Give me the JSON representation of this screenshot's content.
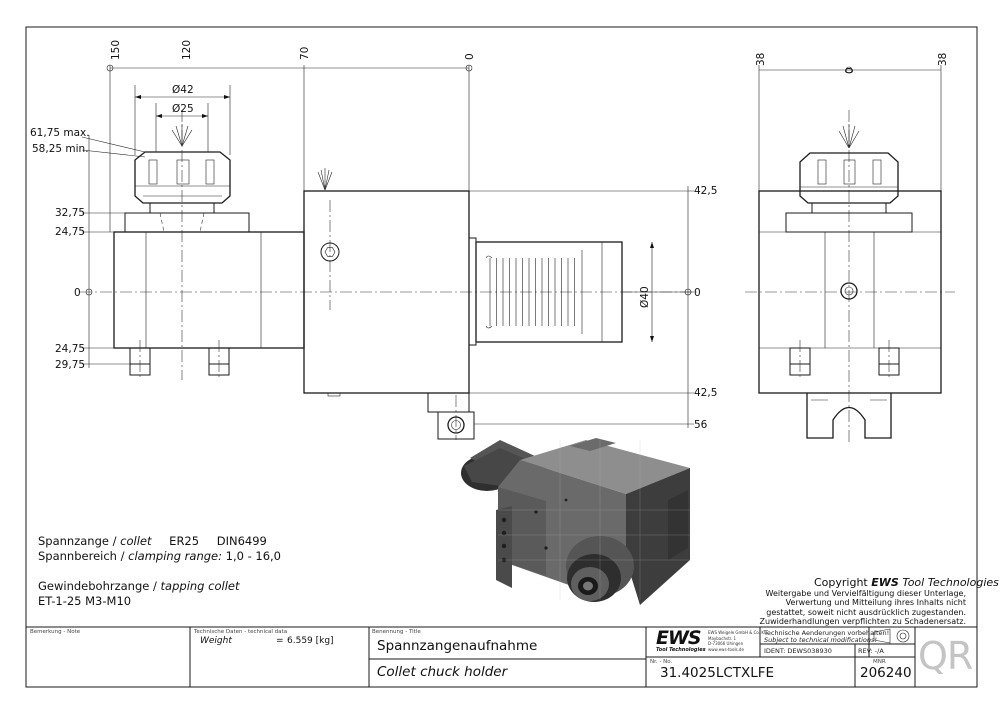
{
  "dimensions": {
    "front_top": [
      "150",
      "120",
      "70",
      "0"
    ],
    "front_diameters": [
      "Ø42",
      "Ø25"
    ],
    "front_left": [
      "61,75 max.",
      "58,25 min.",
      "32,75",
      "24,75",
      "0",
      "24,75",
      "29,75"
    ],
    "front_right": [
      "42,5",
      "0",
      "42,5",
      "56"
    ],
    "shank_diameter": "Ø40",
    "side_top": [
      "38",
      "0",
      "38"
    ]
  },
  "specs": {
    "collet_line": {
      "de": "Spannzange /",
      "en": "collet",
      "type": "ER25",
      "norm": "DIN6499"
    },
    "range_line": {
      "de": "Spannbereich /",
      "en": "clamping range:",
      "value": "1,0 - 16,0"
    },
    "tapping_line": {
      "de": "Gewindebohrzange /",
      "en": "tapping collet"
    },
    "tapping_value": "ET-1-25   M3-M10"
  },
  "copyright": {
    "prefix": "Copyright",
    "brand": "EWS",
    "suffix": "Tool Technologies",
    "lines": [
      "Weitergabe und Vervielfältigung dieser Unterlage,",
      "Verwertung und Mitteilung ihres Inhalts nicht",
      "gestattet, soweit nicht ausdrücklich zugestanden.",
      "Zuwiderhandlungen verpflichten zu Schadenersatz."
    ]
  },
  "title_block": {
    "note_caption": "Bemerkung - Note",
    "tech_caption": "Technische Daten - technical data",
    "weight_label": "Weight",
    "weight_eq": "=",
    "weight_value": "6.559 [kg]",
    "title_caption": "Benennung - Title",
    "title_de": "Spannzangenaufnahme",
    "title_en": "Collet chuck holder",
    "logo": "EWS",
    "logo_sub": "Tool Technologies",
    "company_lines": [
      "EWS Weigele GmbH & Co. KG",
      "Maybachstr. 1",
      "D-73066 Uhingen",
      "www.ews-tools.de"
    ],
    "changes_de": "Technische Aenderungen vorbehalten!",
    "changes_en": "Subject to technical modifications!",
    "ident": "IDENT: DEWS038930",
    "rev": "REV: -/A",
    "number_caption": "Nr. - No.",
    "number": "31.4025LCTXLFE",
    "mnr_caption": "MNR",
    "mnr": "206240",
    "qr_label": "QR"
  },
  "colors": {
    "line": "#1a1a1a",
    "center_line": "#333333",
    "render_dark": "#3d3d3d",
    "render_mid": "#6a6a6a",
    "render_light": "#8c8c8c"
  }
}
